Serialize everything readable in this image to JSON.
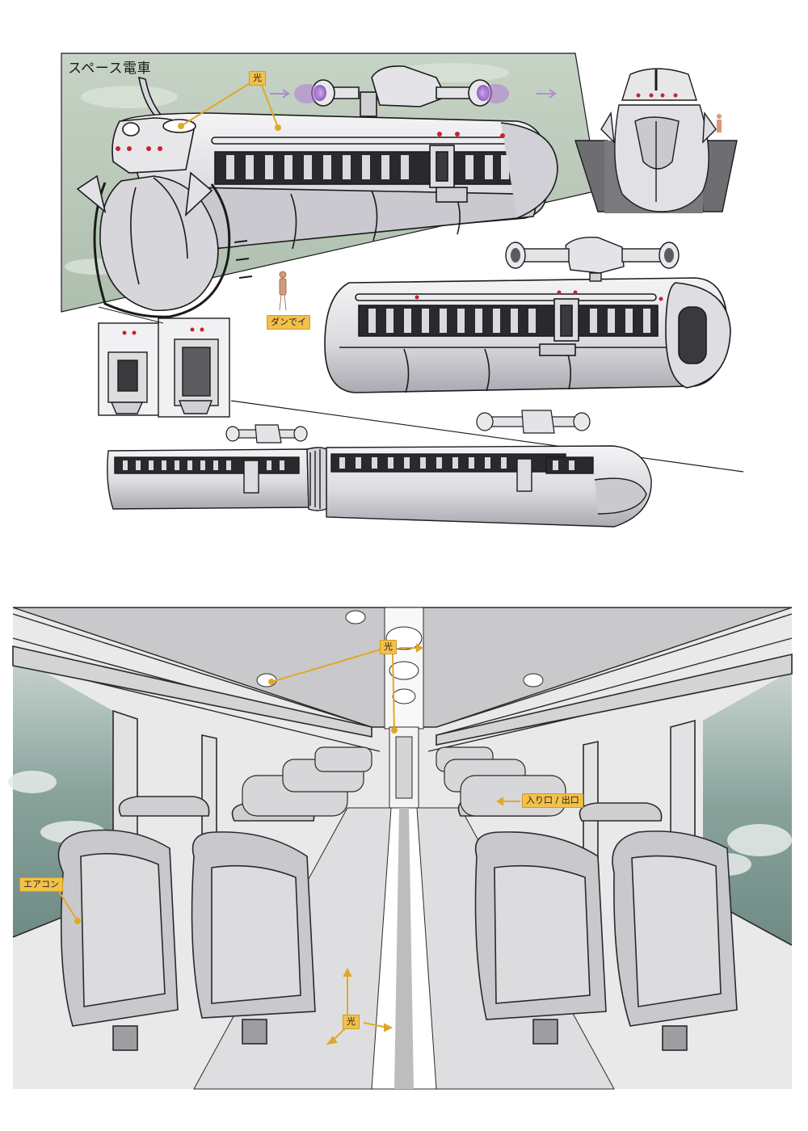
{
  "sheet_title": "スペース電車",
  "callouts": {
    "light_top": "光",
    "figure_scale": "ダンでイ",
    "interior_light_top": "光",
    "entrance_exit": "入り口 / 出口",
    "air_conditioner": "エアコン",
    "interior_light_floor": "光"
  },
  "colors": {
    "sky_green": "#b9c9b8",
    "interior_sky": "#7f9a93",
    "hull_light": "#e9e9ec",
    "hull_shade": "#b8b8be",
    "outline": "#1b1b1b",
    "callout_fill": "#f2c14a",
    "callout_line": "#e0a82a",
    "indicator_red": "#c8232c",
    "thruster_glow": "#b07ad6"
  }
}
